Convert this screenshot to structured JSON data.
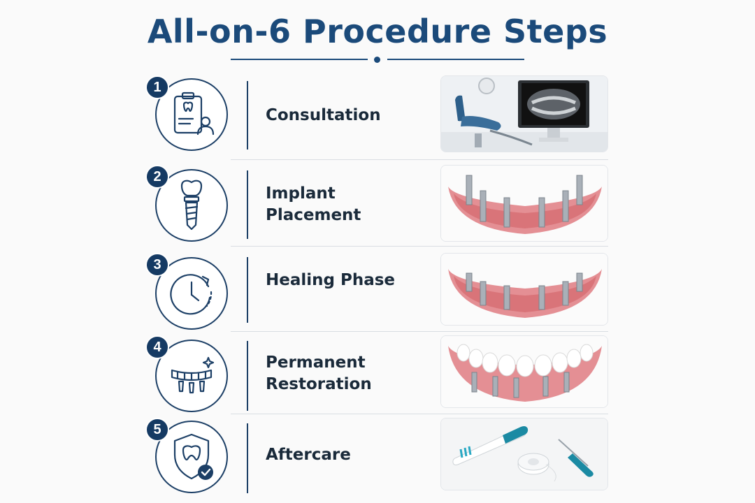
{
  "title": "All-on-6 Procedure Steps",
  "colors": {
    "title": "#1b4a7a",
    "accent": "#153a63",
    "gum": "#e48f94",
    "tooth": "#ffffff",
    "metal": "#a9b0b8"
  },
  "steps": [
    {
      "number": "1",
      "label": "Consultation",
      "icon": "clipboard-tooth-patient-icon",
      "image": "dental-chair-xray-photo"
    },
    {
      "number": "2",
      "label": "Implant Placement",
      "icon": "implant-crown-icon",
      "image": "gum-with-implants-photo"
    },
    {
      "number": "3",
      "label": "Healing Phase",
      "icon": "clock-cycle-icon",
      "image": "healed-gum-implants-photo"
    },
    {
      "number": "4",
      "label": "Permanent Restoration",
      "icon": "implant-bridge-icon",
      "image": "full-arch-bridge-photo"
    },
    {
      "number": "5",
      "label": "Aftercare",
      "icon": "shield-tooth-check-icon",
      "image": "toothbrush-floss-photo"
    }
  ]
}
